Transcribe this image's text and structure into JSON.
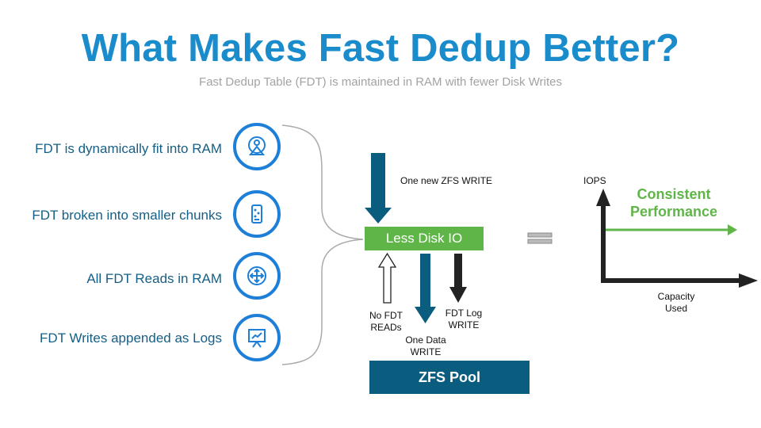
{
  "header": {
    "title": "What Makes Fast Dedup Better?",
    "subtitle": "Fast Dedup Table (FDT) is maintained in RAM with fewer Disk Writes"
  },
  "features": [
    {
      "label": "FDT is dynamically fit into RAM",
      "icon": "ram-fit-icon"
    },
    {
      "label": "FDT broken into smaller chunks",
      "icon": "chunks-icon"
    },
    {
      "label": "All FDT Reads in RAM",
      "icon": "reads-icon"
    },
    {
      "label": "FDT Writes appended as Logs",
      "icon": "log-chart-icon"
    }
  ],
  "flow": {
    "top_write_label": "One new ZFS WRITE",
    "box_label": "Less Disk IO",
    "no_reads_label": [
      "No FDT",
      "READs"
    ],
    "data_write_label": [
      "One Data",
      "WRITE"
    ],
    "log_write_label": [
      "FDT Log",
      "WRITE"
    ],
    "pool_label": "ZFS Pool"
  },
  "result_graph": {
    "y_axis": "IOPS",
    "x_axis": [
      "Capacity",
      "Used"
    ],
    "line_label": [
      "Consistent",
      "Performance"
    ]
  },
  "colors": {
    "title": "#1a8ccc",
    "feature_text": "#155f86",
    "circle_border": "#1e7fd8",
    "arrow_blue": "#0b5d80",
    "green": "#5fb548",
    "dark": "#222222"
  }
}
